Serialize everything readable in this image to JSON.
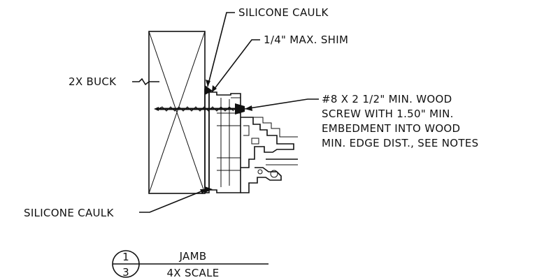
{
  "labels": {
    "caulk_top": "SILICONE CAULK",
    "shim": "1/4\" MAX. SHIM",
    "buck": "2X BUCK",
    "screw_note": [
      "#8 X 2 1/2\" MIN. WOOD",
      "SCREW WITH 1.50\" MIN.",
      "EMBEDMENT INTO WOOD",
      "MIN. EDGE DIST., SEE NOTES"
    ],
    "caulk_bottom": "SILICONE CAULK"
  },
  "detail_tag": {
    "number": "1",
    "sheet": "3",
    "title": "JAMB",
    "scale": "4X SCALE"
  }
}
